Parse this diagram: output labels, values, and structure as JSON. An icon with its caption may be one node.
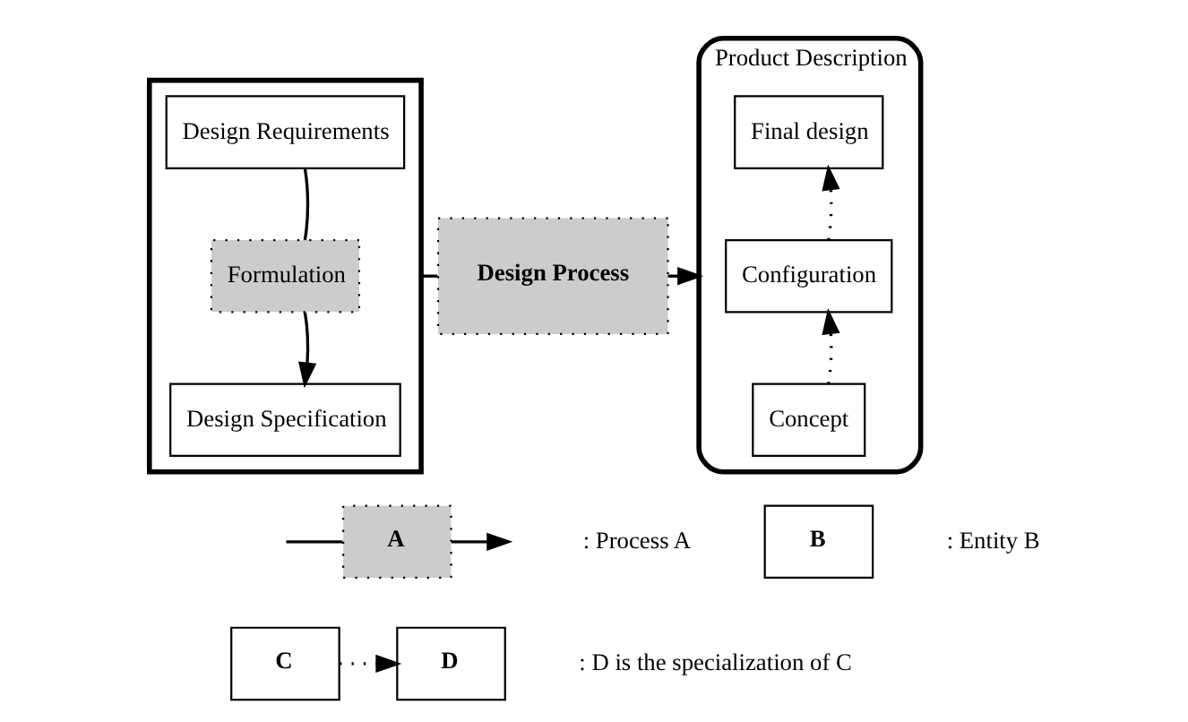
{
  "diagram": {
    "nodes": [
      {
        "text": [],
        "shape": "box"
      },
      {
        "text": [
          "Design Requirements"
        ],
        "in": 0
      },
      {
        "text": [
          "Formulation"
        ],
        "in": 0
      },
      {
        "text": [
          "Design Specification"
        ],
        "in": 0
      },
      {
        "text": [
          "Design Process"
        ]
      },
      {
        "text": [
          "Product Description"
        ]
      },
      {
        "text": [
          "Final design"
        ],
        "in": 5
      },
      {
        "text": [
          "Configuration"
        ],
        "in": 5
      },
      {
        "text": [
          "Concept"
        ],
        "in": 5
      },
      {
        "text": [
          "A"
        ]
      },
      {
        "text": [
          "B"
        ]
      },
      {
        "text": [
          "C"
        ]
      },
      {
        "text": [
          "D"
        ]
      }
    ],
    "edges": [
      {
        "from": 1,
        "to": 2,
        "arrow": "none"
      },
      {
        "from": 2,
        "to": 3,
        "arrow": "to"
      },
      {
        "from": 0,
        "to": 4,
        "arrow": "none"
      },
      {
        "from": 4,
        "to": 5,
        "arrow": "to"
      },
      {
        "from": 8,
        "to": 7,
        "arrow": "to",
        "style": "dashed"
      },
      {
        "from": 7,
        "to": 6,
        "arrow": "to",
        "style": "dashed"
      },
      {
        "from": null,
        "to": 9,
        "arrow": "none"
      },
      {
        "from": 9,
        "to": null,
        "arrow": "to"
      },
      {
        "from": 11,
        "to": 12,
        "arrow": "to",
        "style": "dashed"
      }
    ],
    "labels": [
      ": Process A",
      ": Entity B",
      ": D is the specialization of C"
    ]
  }
}
